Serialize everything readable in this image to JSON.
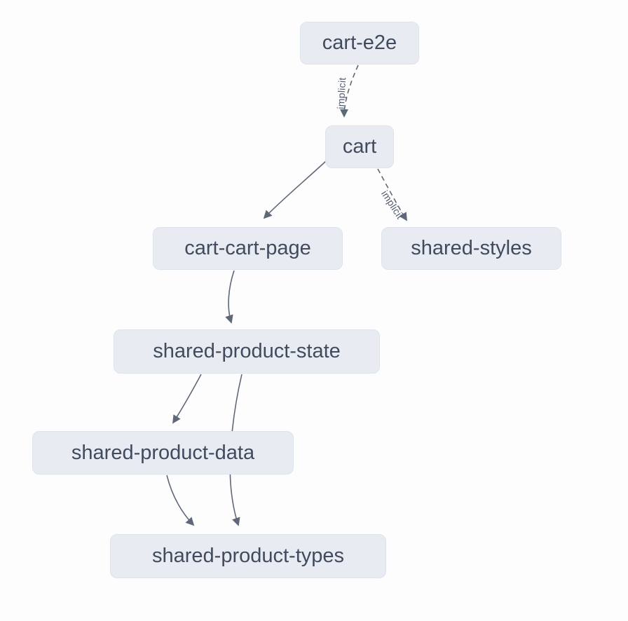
{
  "graph": {
    "kind": "project-dependency-graph",
    "colors": {
      "background": "#fdfdfe",
      "node_fill": "#e8ecf2",
      "node_border": "#dde3ea",
      "node_text": "#414b5e",
      "edge": "#5f6879",
      "edge_label_text": "#525c6e"
    },
    "nodes": [
      {
        "id": "cart-e2e",
        "label": "cart-e2e"
      },
      {
        "id": "cart",
        "label": "cart"
      },
      {
        "id": "cart-cart-page",
        "label": "cart-cart-page"
      },
      {
        "id": "shared-styles",
        "label": "shared-styles"
      },
      {
        "id": "shared-product-state",
        "label": "shared-product-state"
      },
      {
        "id": "shared-product-data",
        "label": "shared-product-data"
      },
      {
        "id": "shared-product-types",
        "label": "shared-product-types"
      }
    ],
    "edges": [
      {
        "from": "cart-e2e",
        "to": "cart",
        "label": "implicit",
        "style": "dashed"
      },
      {
        "from": "cart",
        "to": "cart-cart-page",
        "label": "",
        "style": "solid"
      },
      {
        "from": "cart",
        "to": "shared-styles",
        "label": "implicit",
        "style": "dashed"
      },
      {
        "from": "cart-cart-page",
        "to": "shared-product-state",
        "label": "",
        "style": "solid"
      },
      {
        "from": "shared-product-state",
        "to": "shared-product-data",
        "label": "",
        "style": "solid"
      },
      {
        "from": "shared-product-state",
        "to": "shared-product-types",
        "label": "",
        "style": "solid"
      },
      {
        "from": "shared-product-data",
        "to": "shared-product-types",
        "label": "",
        "style": "solid"
      }
    ]
  }
}
